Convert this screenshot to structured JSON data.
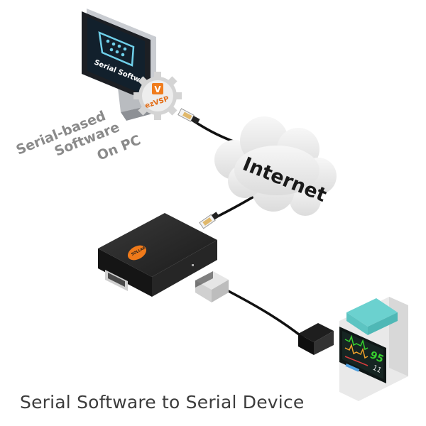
{
  "pc": {
    "screen_label": "Serial Software",
    "gear_logo": "V",
    "gear_text": "ezVSP",
    "side_label_lines": [
      "Serial-based",
      "Software",
      "On PC"
    ]
  },
  "cloud": {
    "label": "Internet"
  },
  "converter": {
    "logo_text": "SOLLAE"
  },
  "monitor_device": {
    "value_1": "95",
    "value_2": "11"
  },
  "caption": "Serial Software to Serial Device",
  "colors": {
    "cloud_fill": "#eeeeee",
    "monitor_bezel": "#1c1f24",
    "monitor_screen": "#12202c",
    "screen_accent": "#6fd0ea",
    "gear_fill": "#e8e8e8",
    "gear_badge": "#f07c1c",
    "converter_body": "#1b1b1b",
    "converter_logo": "#f07a1a",
    "device_teal": "#6bd1cf",
    "device_body": "#e9e9e9",
    "cable": "#111111",
    "side_label": "#8a8a8a"
  }
}
